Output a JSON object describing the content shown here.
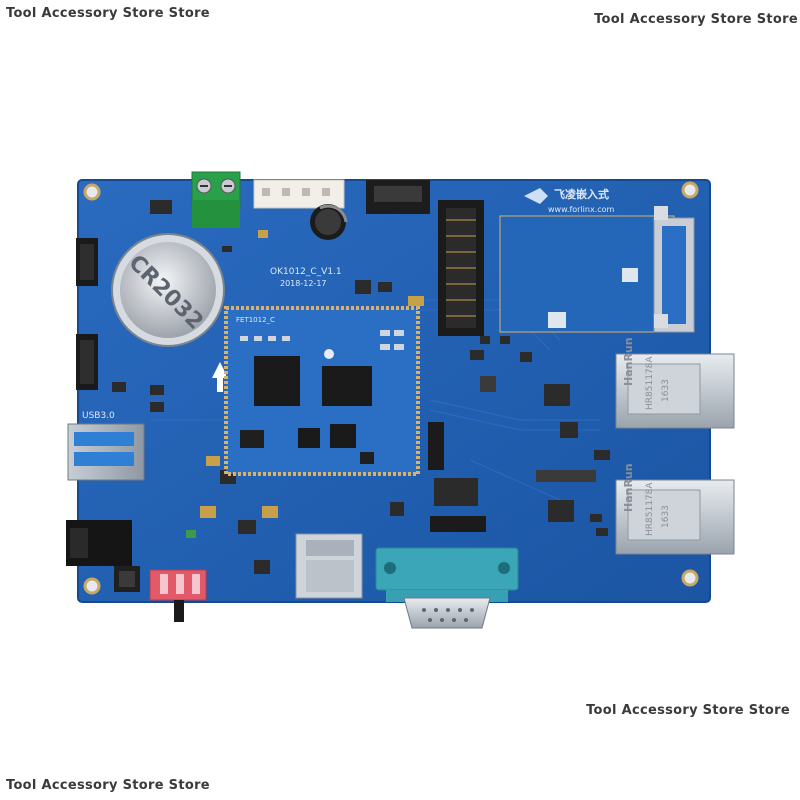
{
  "watermarks": {
    "top_left": "Tool Accessory Store Store",
    "top_right": "Tool Accessory Store Store",
    "bottom_right": "Tool Accessory Store Store",
    "bottom_left": "Tool Accessory Store Store"
  },
  "board": {
    "model_label": "OK1012_C_V1.1",
    "date_label": "2018-12-17",
    "usb_label": "USB3.0",
    "brand_cn": "飞凌嵌入式",
    "brand_url": "www.forlinx.com",
    "battery_text": "CR2032",
    "som_label": "FET1012_C",
    "magjack_brand": "HanRun",
    "magjack_model": "HR851178A",
    "magjack_code": "1633"
  },
  "colors": {
    "pcb": "#1f5fb0",
    "som": "#2a6fc4",
    "gold": "#d8b26a",
    "db9": "#3aa6b8",
    "terminal": "#2aa04a"
  }
}
